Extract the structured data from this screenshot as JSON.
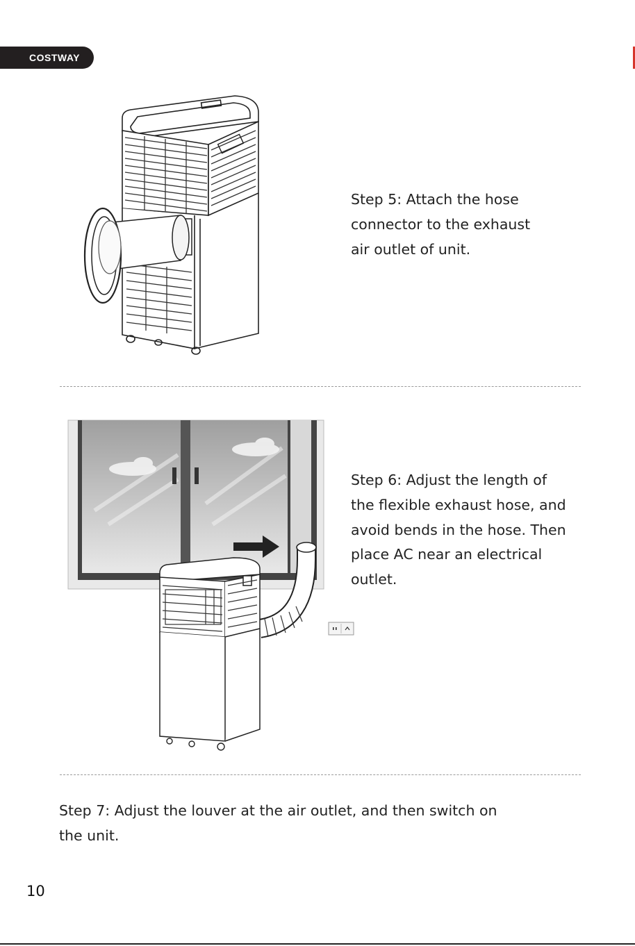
{
  "header": {
    "brand": "COSTWAY"
  },
  "steps": [
    {
      "lines": [
        "Step 5: Attach the hose",
        "connector to the exhaust",
        "air outlet of unit."
      ]
    },
    {
      "lines": [
        "Step 6:  Adjust the length of",
        "the flexible exhaust hose, and",
        "avoid bends in the hose. Then",
        "place AC near an electrical",
        "outlet."
      ]
    },
    {
      "lines": [
        "Step 7:  Adjust the louver at the air outlet, and then switch on",
        "the unit."
      ]
    }
  ],
  "footer": {
    "page_number": "10"
  },
  "colors": {
    "brand_tab": "#231f20",
    "accent_mark": "#d6352b",
    "divider": "#9a9a9a"
  },
  "illustrations": [
    "air-conditioner-hose-connector",
    "window-air-conditioner-hose",
    "wall-outlet-icon",
    "direction-arrow-icon"
  ]
}
